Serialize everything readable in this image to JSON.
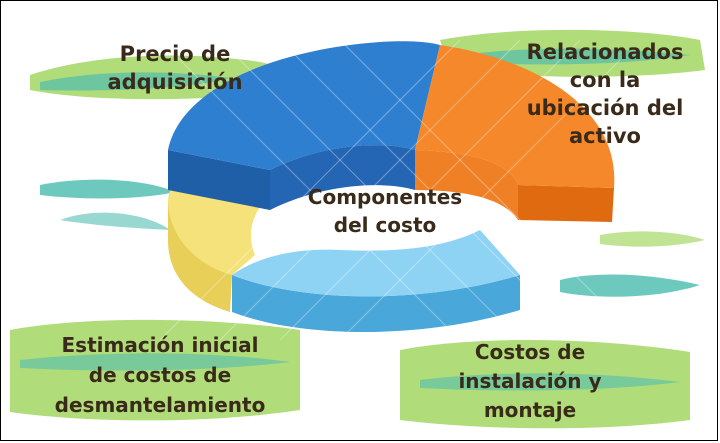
{
  "diagram": {
    "center_label": [
      "Componentes",
      "del costo"
    ],
    "segments": [
      {
        "name": "precio",
        "label": [
          "Precio de",
          "adquisición"
        ],
        "color": "#2f7fd1"
      },
      {
        "name": "relacionados",
        "label": [
          "Relacionados",
          "con la",
          "ubicación del",
          "activo"
        ],
        "color": "#f5882a"
      },
      {
        "name": "costos",
        "label": [
          "Costos de",
          "instalación y",
          "montaje"
        ],
        "color": "#6ec2ee"
      },
      {
        "name": "estimacion",
        "label": [
          "Estimación inicial",
          "de costos de",
          "desmantelamiento"
        ],
        "color": "#f6e27a"
      }
    ]
  }
}
